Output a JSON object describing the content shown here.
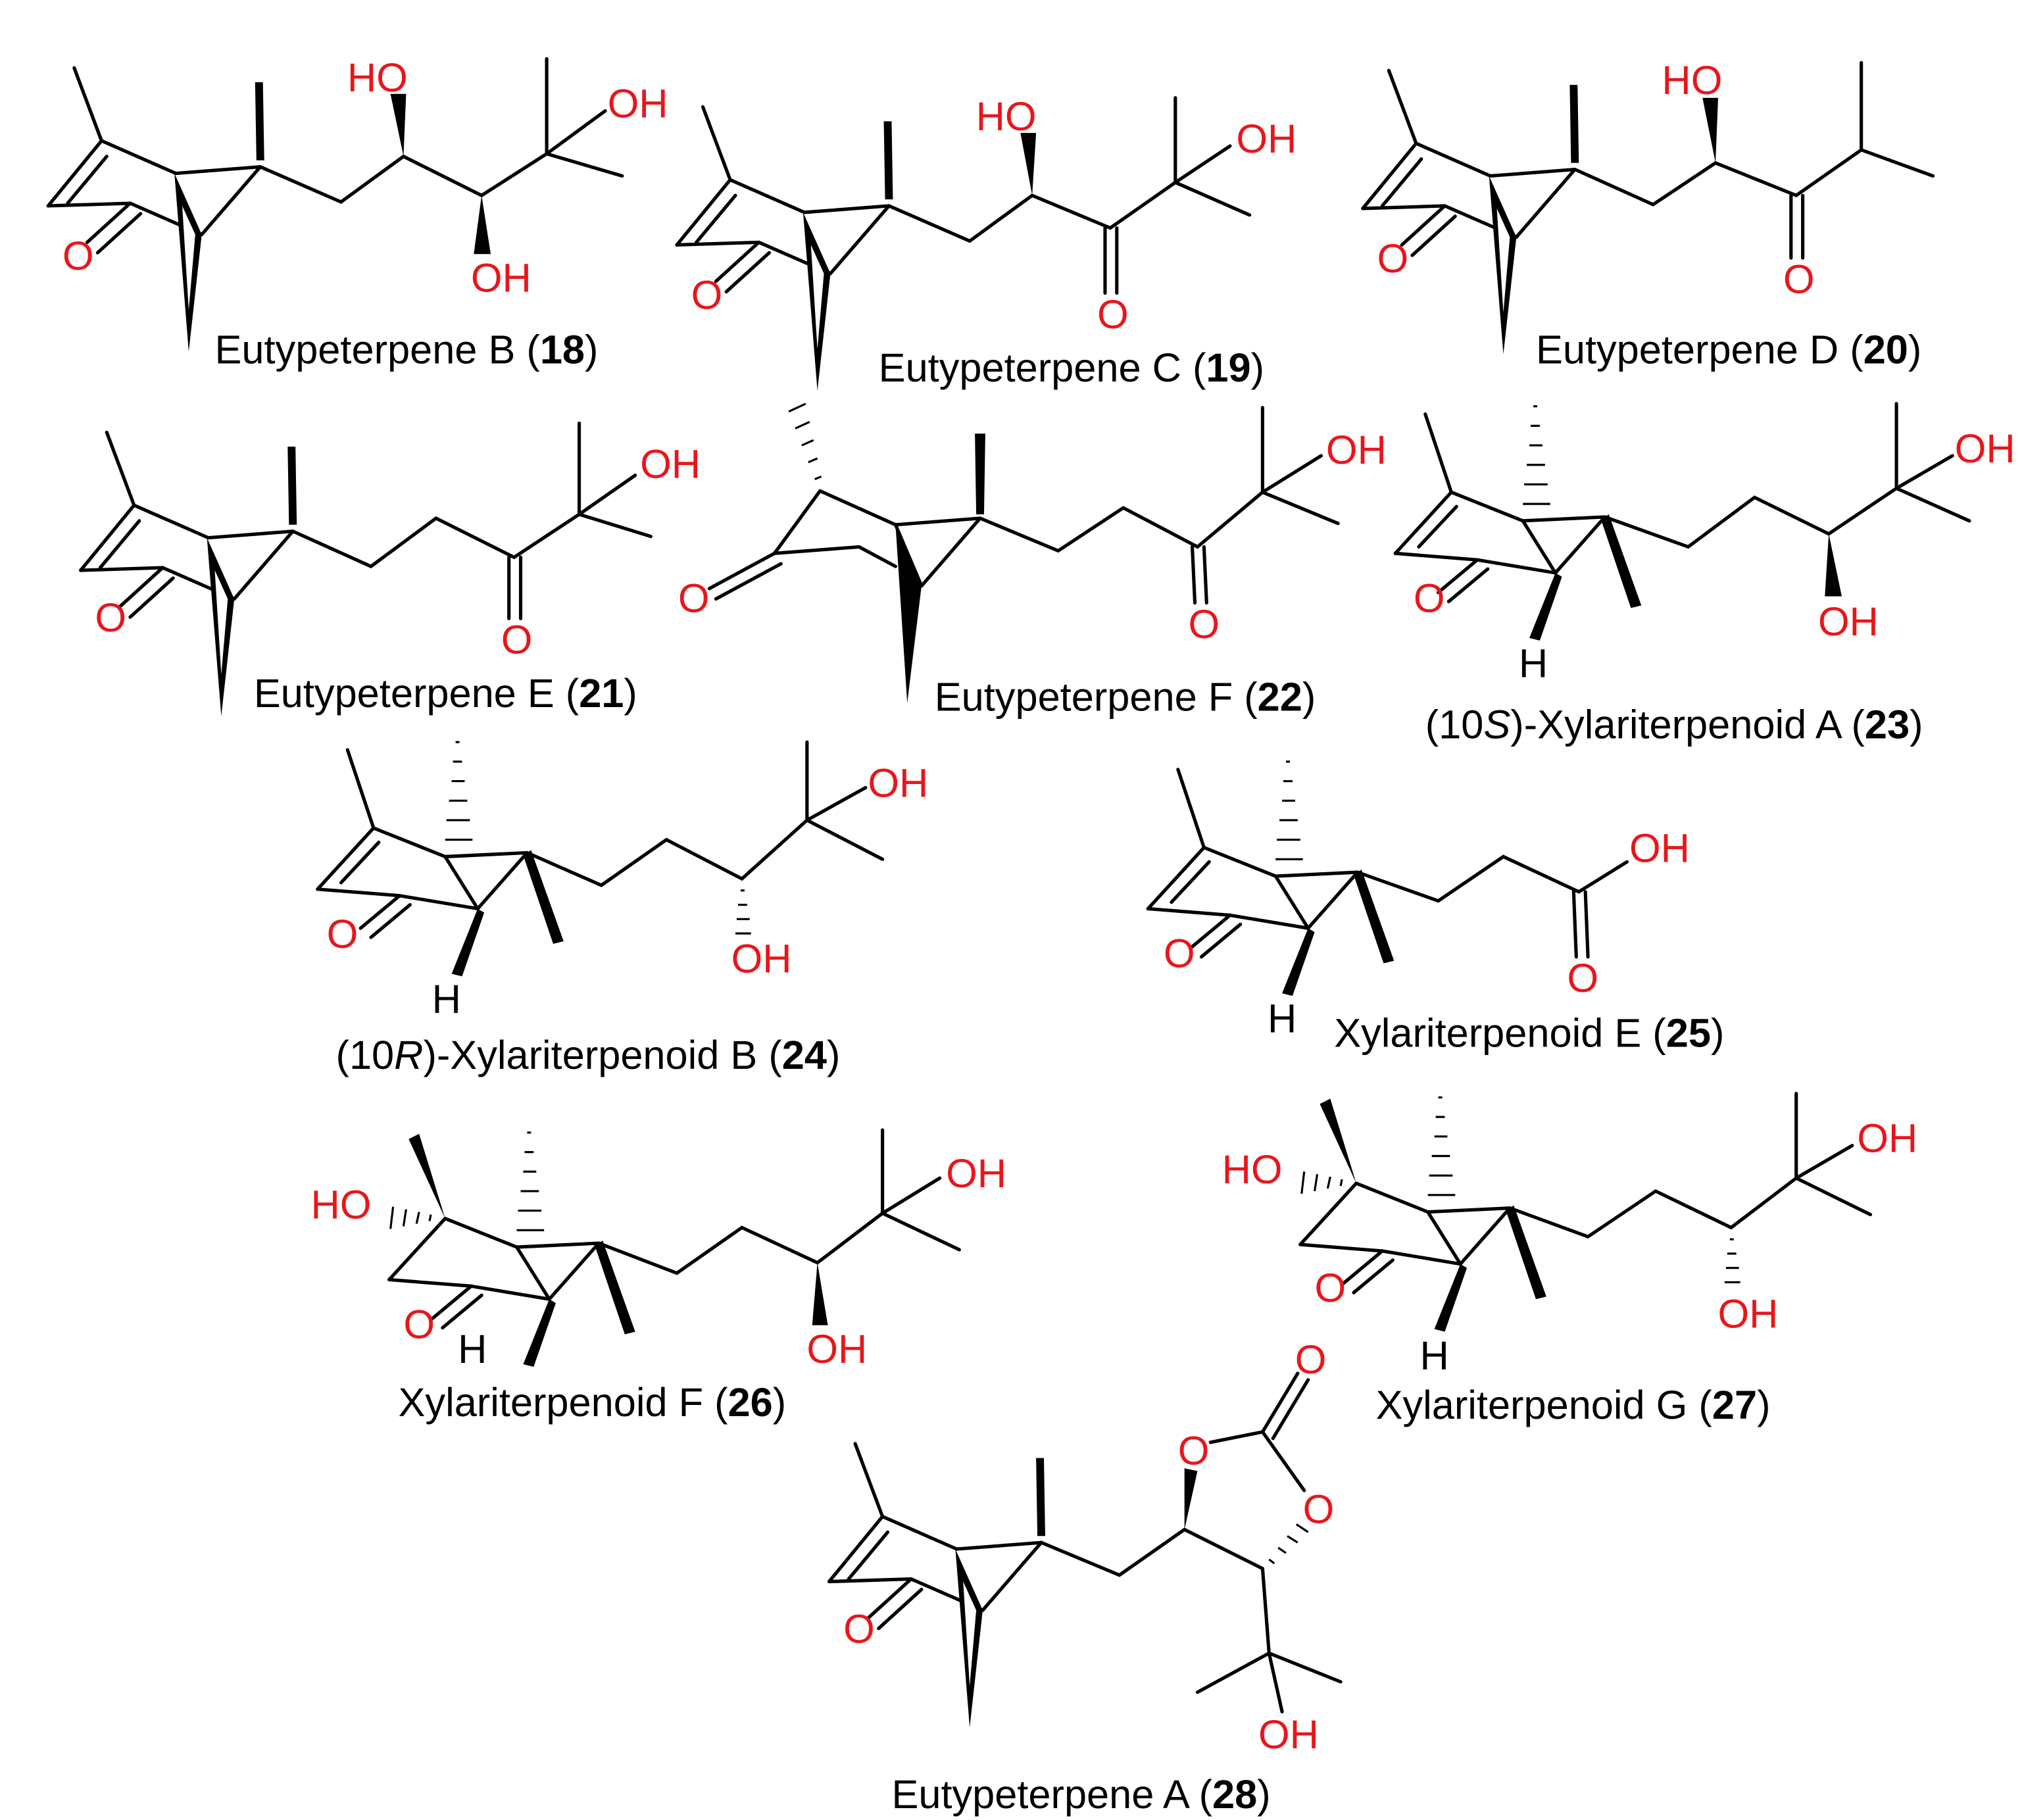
{
  "colors": {
    "heteroatom": "#e8161b",
    "bond": "#000000"
  },
  "compounds": [
    {
      "pre": "Eutypeterpene B (",
      "ital": "",
      "post": "",
      "num": "18",
      "close": ")",
      "atoms": [
        "O",
        "HO",
        "OH",
        "OH"
      ]
    },
    {
      "pre": "Eutypeterpene C (",
      "ital": "",
      "post": "",
      "num": "19",
      "close": ")",
      "atoms": [
        "O",
        "HO",
        "O",
        "OH"
      ]
    },
    {
      "pre": "Eutypeterpene D (",
      "ital": "",
      "post": "",
      "num": "20",
      "close": ")",
      "atoms": [
        "O",
        "HO",
        "O"
      ]
    },
    {
      "pre": "Eutypeterpene E (",
      "ital": "",
      "post": "",
      "num": "21",
      "close": ")",
      "atoms": [
        "O",
        "O",
        "OH"
      ]
    },
    {
      "pre": "Eutypeterpene F (",
      "ital": "",
      "post": "",
      "num": "22",
      "close": ")",
      "atoms": [
        "O",
        "O",
        "OH"
      ]
    },
    {
      "pre": "(10",
      "ital": "S",
      "post": ")-Xylariterpenoid A (",
      "num": "23",
      "close": ")",
      "atoms": [
        "O",
        "H",
        "OH",
        "OH"
      ]
    },
    {
      "pre": "(10",
      "ital": "R",
      "post": ")-Xylariterpenoid B (",
      "num": "24",
      "close": ")",
      "atoms": [
        "O",
        "H",
        "OH",
        "OH"
      ]
    },
    {
      "pre": "Xylariterpenoid E (",
      "ital": "",
      "post": "",
      "num": "25",
      "close": ")",
      "atoms": [
        "O",
        "H",
        "O",
        "OH"
      ]
    },
    {
      "pre": "Xylariterpenoid F (",
      "ital": "",
      "post": "",
      "num": "26",
      "close": ")",
      "atoms": [
        "O",
        "H",
        "HO",
        "OH",
        "OH"
      ]
    },
    {
      "pre": "Xylariterpenoid G (",
      "ital": "",
      "post": "",
      "num": "27",
      "close": ")",
      "atoms": [
        "O",
        "H",
        "HO",
        "OH",
        "OH"
      ]
    },
    {
      "pre": "Eutypeterpene A (",
      "ital": "",
      "post": "",
      "num": "28",
      "close": ")",
      "atoms": [
        "O",
        "O",
        "O",
        "O",
        "OH"
      ]
    }
  ]
}
